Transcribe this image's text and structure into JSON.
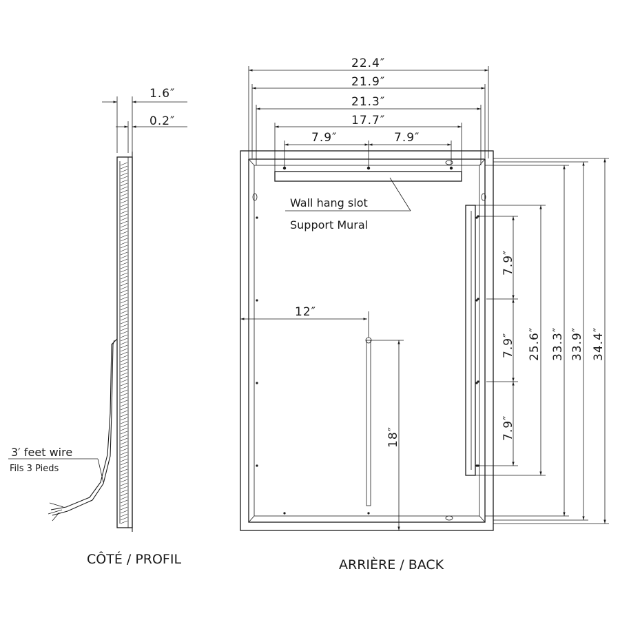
{
  "side_view": {
    "caption": "CÔTÉ / PROFIL",
    "depth_dim": "1.6″",
    "glass_dim": "0.2″",
    "wire_label_en": "3′ feet wire",
    "wire_label_fr": "Fils 3 Pieds"
  },
  "back_view": {
    "caption": "ARRIÈRE / BACK",
    "width_overall": "22.4″",
    "width_mid": "21.9″",
    "width_inner": "21.3″",
    "slot_width": "17.7″",
    "slot_spacing_left": "7.9″",
    "slot_spacing_right": "7.9″",
    "wall_slot_en": "Wall hang slot",
    "wall_slot_fr": "Support Mural",
    "center_offset": "12″",
    "center_height": "18″",
    "vert_spacing_1": "7.9″",
    "vert_spacing_2": "7.9″",
    "vert_spacing_3": "7.9″",
    "vert_rail": "25.6″",
    "height_inner": "33.3″",
    "height_mid": "33.9″",
    "height_overall": "34.4″"
  }
}
